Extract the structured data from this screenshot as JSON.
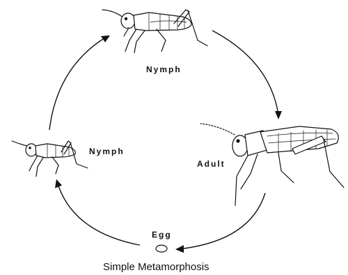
{
  "diagram": {
    "title": "Simple Metamorphosis",
    "stages": {
      "nymph_top": "Nymph",
      "adult": "Adult",
      "egg": "Egg",
      "nymph_left": "Nymph"
    },
    "icons": {
      "nymph_top": "grasshopper-nymph-icon",
      "adult": "adult-grasshopper-icon",
      "egg": "egg-icon",
      "nymph_left": "small-grasshopper-nymph-icon"
    },
    "colors": {
      "ink": "#111111",
      "background": "#ffffff"
    }
  }
}
